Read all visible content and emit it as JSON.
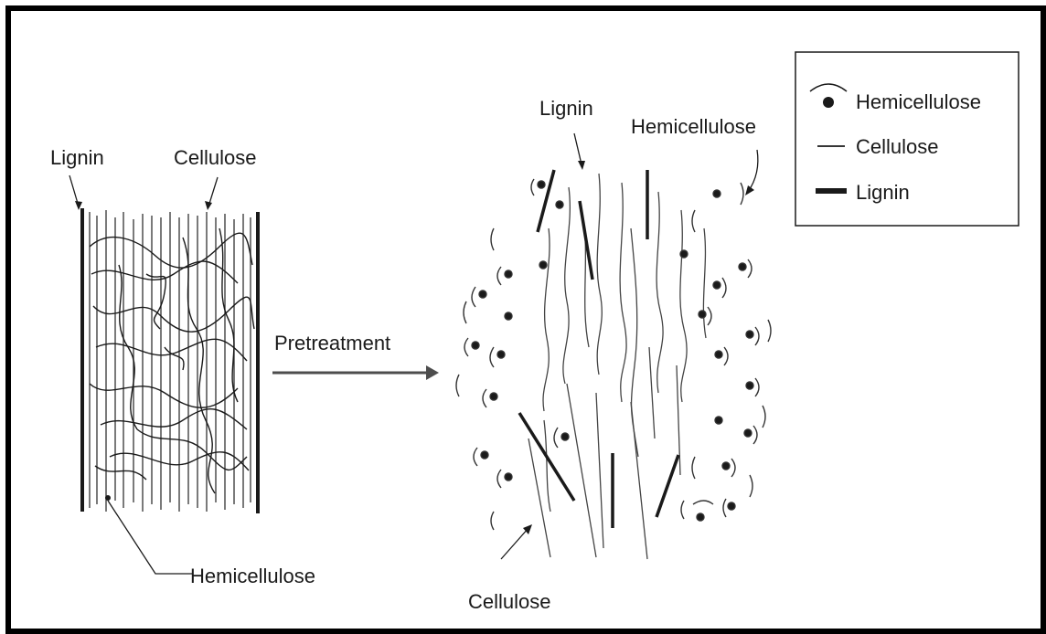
{
  "diagram": {
    "arrow_label": "Pretreatment",
    "before": {
      "lignin_label": "Lignin",
      "cellulose_label": "Cellulose",
      "hemicellulose_label": "Hemicellulose"
    },
    "after": {
      "lignin_label": "Lignin",
      "hemicellulose_label": "Hemicellulose",
      "cellulose_label": "Cellulose"
    },
    "legend": {
      "items": [
        {
          "label": "Hemicellulose",
          "icon": "arc-dot-icon"
        },
        {
          "label": "Cellulose",
          "icon": "thin-line-icon"
        },
        {
          "label": "Lignin",
          "icon": "thick-line-icon"
        }
      ]
    }
  },
  "colors": {
    "ink": "#1a1a1a",
    "frame": "#000000",
    "background": "#ffffff"
  }
}
